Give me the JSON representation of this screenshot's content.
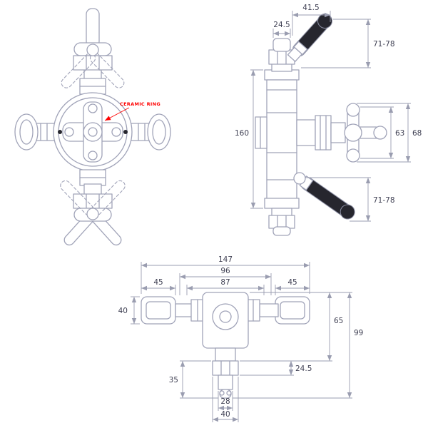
{
  "drawing": {
    "background": "#ffffff",
    "line_color": "#a0a3b8",
    "dimension_color": "#9a9db0",
    "text_color": "#3e3f52",
    "annotation_color": "#ff0000",
    "lever_color": "#26262e"
  },
  "front_view": {
    "annotation": "CERAMIC RING"
  },
  "side_view": {
    "dim_handle_reach": "41.5",
    "dim_spindle_width": "24.5",
    "dim_top_handle_length": "71-78",
    "dim_body_height": "160",
    "dim_handwheel_width": "63",
    "dim_handwheel_overall": "68",
    "dim_bottom_handle_length": "71-78"
  },
  "plan_view": {
    "dim_overall_width": "147",
    "dim_union_centres": "96",
    "dim_body_width": "87",
    "dim_left_union": "45",
    "dim_right_union": "45",
    "dim_flange_height": "40",
    "dim_body_height": "65",
    "dim_overall_height": "99",
    "dim_outlet_drop": "35",
    "dim_outlet_nut_height": "24.5",
    "dim_outlet_stem_width": "28",
    "dim_outlet_nut_width": "40"
  }
}
